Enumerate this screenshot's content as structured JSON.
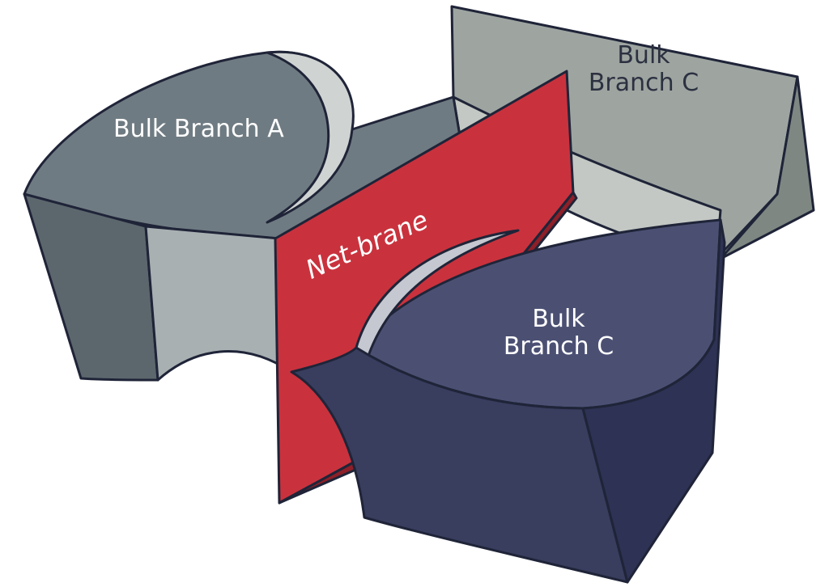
{
  "diagram": {
    "labels": {
      "branch_a": "Bulk Branch A",
      "branch_c_top": "Bulk\nBranch C",
      "branch_c_bottom": "Bulk\nBranch C",
      "net_brane": "Net-brane"
    },
    "colors": {
      "branch_a": "#6f7b82",
      "branch_c_top": "#a4aaa6",
      "branch_c_bottom": "#4b5073",
      "net_brane": "#c9323d",
      "outline": "#1f2438"
    }
  }
}
